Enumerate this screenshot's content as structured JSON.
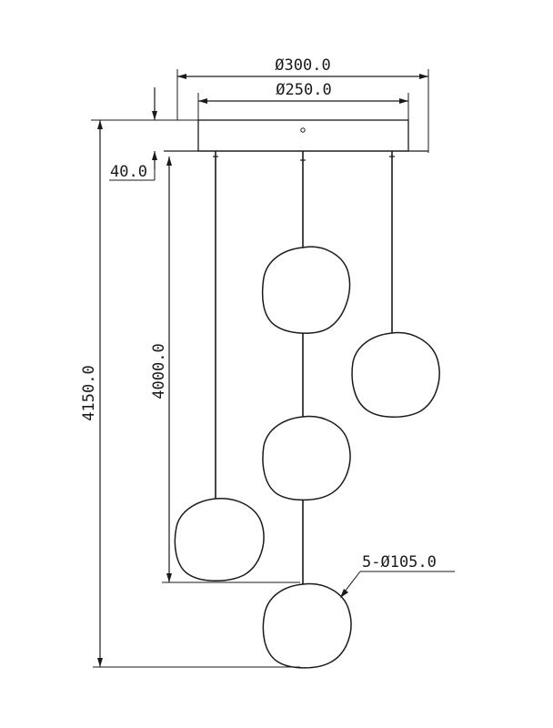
{
  "dimensions": {
    "outer_diameter": "Ø300.0",
    "canopy_diameter": "Ø250.0",
    "canopy_height": "40.0",
    "drop_length": "4000.0",
    "total_height": "4150.0",
    "globes": "5-Ø105.0"
  }
}
